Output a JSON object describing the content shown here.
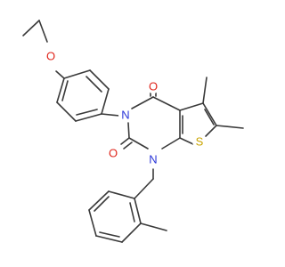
{
  "molecule": {
    "atoms": {
      "O_ether": {
        "symbol": "O",
        "color": "#e0251b"
      },
      "N3": {
        "symbol": "N",
        "color": "#2a35d8"
      },
      "N1": {
        "symbol": "N",
        "color": "#2a35d8"
      },
      "O4": {
        "symbol": "O",
        "color": "#e0251b"
      },
      "O2": {
        "symbol": "O",
        "color": "#e0251b"
      },
      "S": {
        "symbol": "S",
        "color": "#c9a400"
      }
    },
    "bond_color": "#3a3a3a"
  }
}
